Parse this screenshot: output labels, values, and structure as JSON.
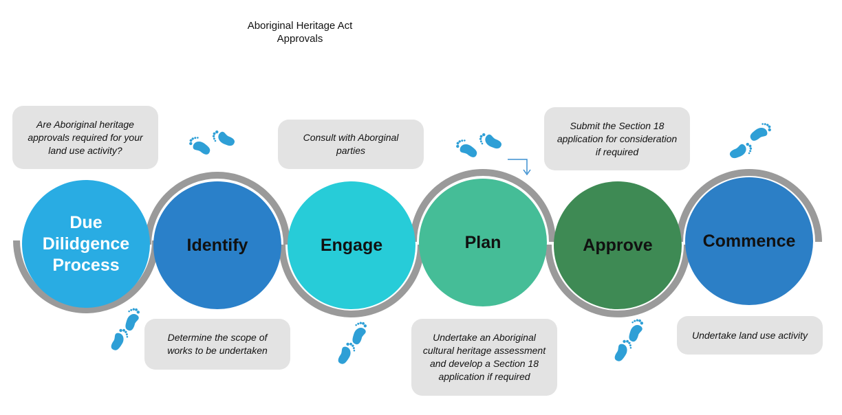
{
  "title_line1": "Aboriginal Heritage Act",
  "title_line2": "Approvals",
  "steps": [
    {
      "label": "Due Dilidgence Process",
      "color": "#29ACE3",
      "text_color": "#ffffff"
    },
    {
      "label": "Identify",
      "color": "#2A80C9",
      "text_color": "#111111"
    },
    {
      "label": "Engage",
      "color": "#27CCD8",
      "text_color": "#111111"
    },
    {
      "label": "Plan",
      "color": "#45BD97",
      "text_color": "#111111"
    },
    {
      "label": "Approve",
      "color": "#3E8A54",
      "text_color": "#111111"
    },
    {
      "label": "Commence",
      "color": "#2C7FC6",
      "text_color": "#111111"
    }
  ],
  "notes": {
    "due_diligence": "Are Aboriginal heritage approvals required for your land use activity?",
    "identify": "Determine the scope of works to be undertaken",
    "engage": "Consult with Aborginal parties",
    "plan": "Undertake an Aboriginal cultural heritage assessment and develop a Section 18 application if required",
    "approve": "Submit the Section 18 application for consideration if required",
    "commence": "Undertake land use activity"
  },
  "colors": {
    "track": "#9A9A9A",
    "note_bg": "#E3E3E3",
    "footprint": "#2E9FD6",
    "arrow": "#3B8FD0"
  },
  "icons": [
    "footprints-icon",
    "arrow-down-icon"
  ]
}
